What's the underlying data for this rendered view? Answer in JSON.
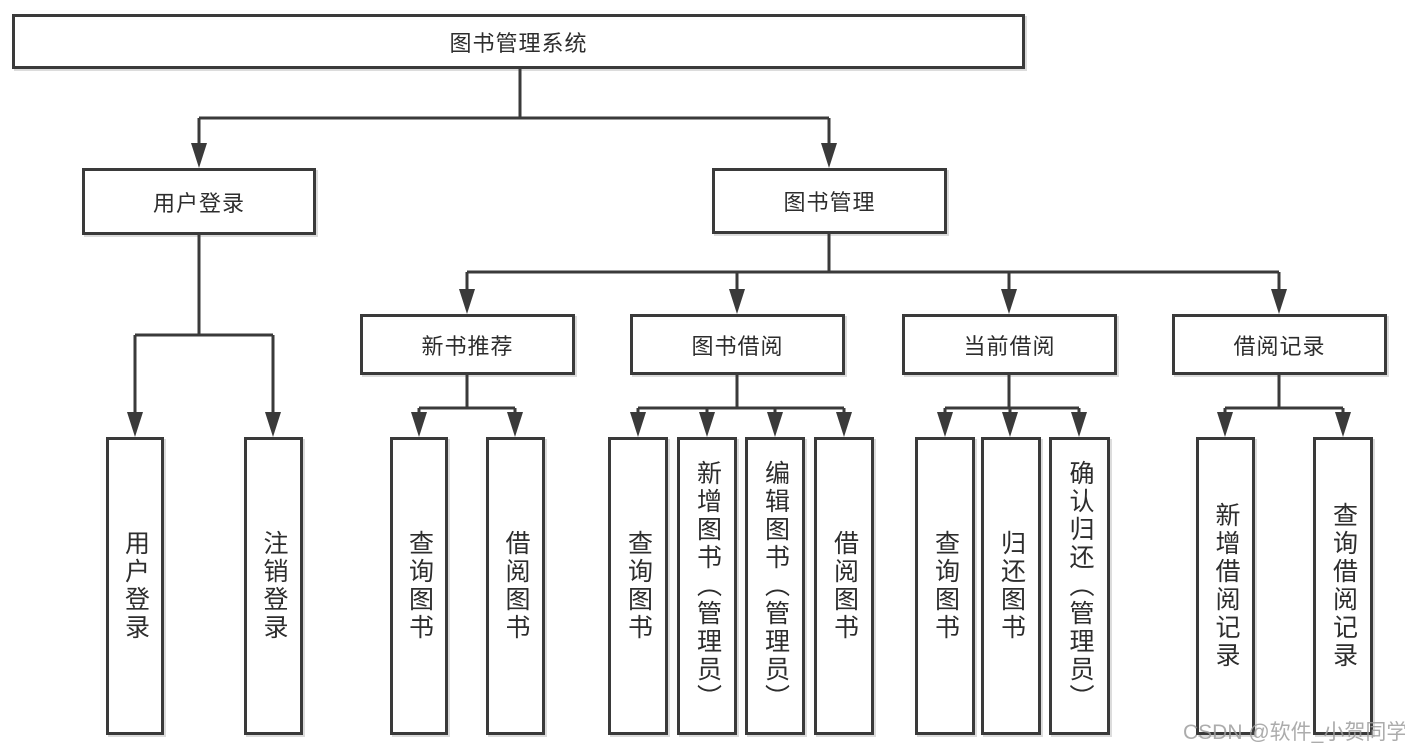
{
  "tree": {
    "label": "图书管理系统",
    "children": [
      {
        "label": "用户登录",
        "children": [
          {
            "label": "用户登录"
          },
          {
            "label": "注销登录"
          }
        ]
      },
      {
        "label": "图书管理",
        "children": [
          {
            "label": "新书推荐",
            "children": [
              {
                "label": "查询图书"
              },
              {
                "label": "借阅图书"
              }
            ]
          },
          {
            "label": "图书借阅",
            "children": [
              {
                "label": "查询图书"
              },
              {
                "label": "新增图书（管理员）"
              },
              {
                "label": "编辑图书（管理员）"
              },
              {
                "label": "借阅图书"
              }
            ]
          },
          {
            "label": "当前借阅",
            "children": [
              {
                "label": "查询图书"
              },
              {
                "label": "归还图书"
              },
              {
                "label": "确认归还（管理员）"
              }
            ]
          },
          {
            "label": "借阅记录",
            "children": [
              {
                "label": "新增借阅记录"
              },
              {
                "label": "查询借阅记录"
              }
            ]
          }
        ]
      }
    ]
  },
  "watermark": {
    "text": "CSDN @软件_小贺同学"
  },
  "colors": {
    "line": "#3a3a3a",
    "text": "#2d2d2d",
    "watermark": "#9e9e9e",
    "background": "#ffffff"
  }
}
